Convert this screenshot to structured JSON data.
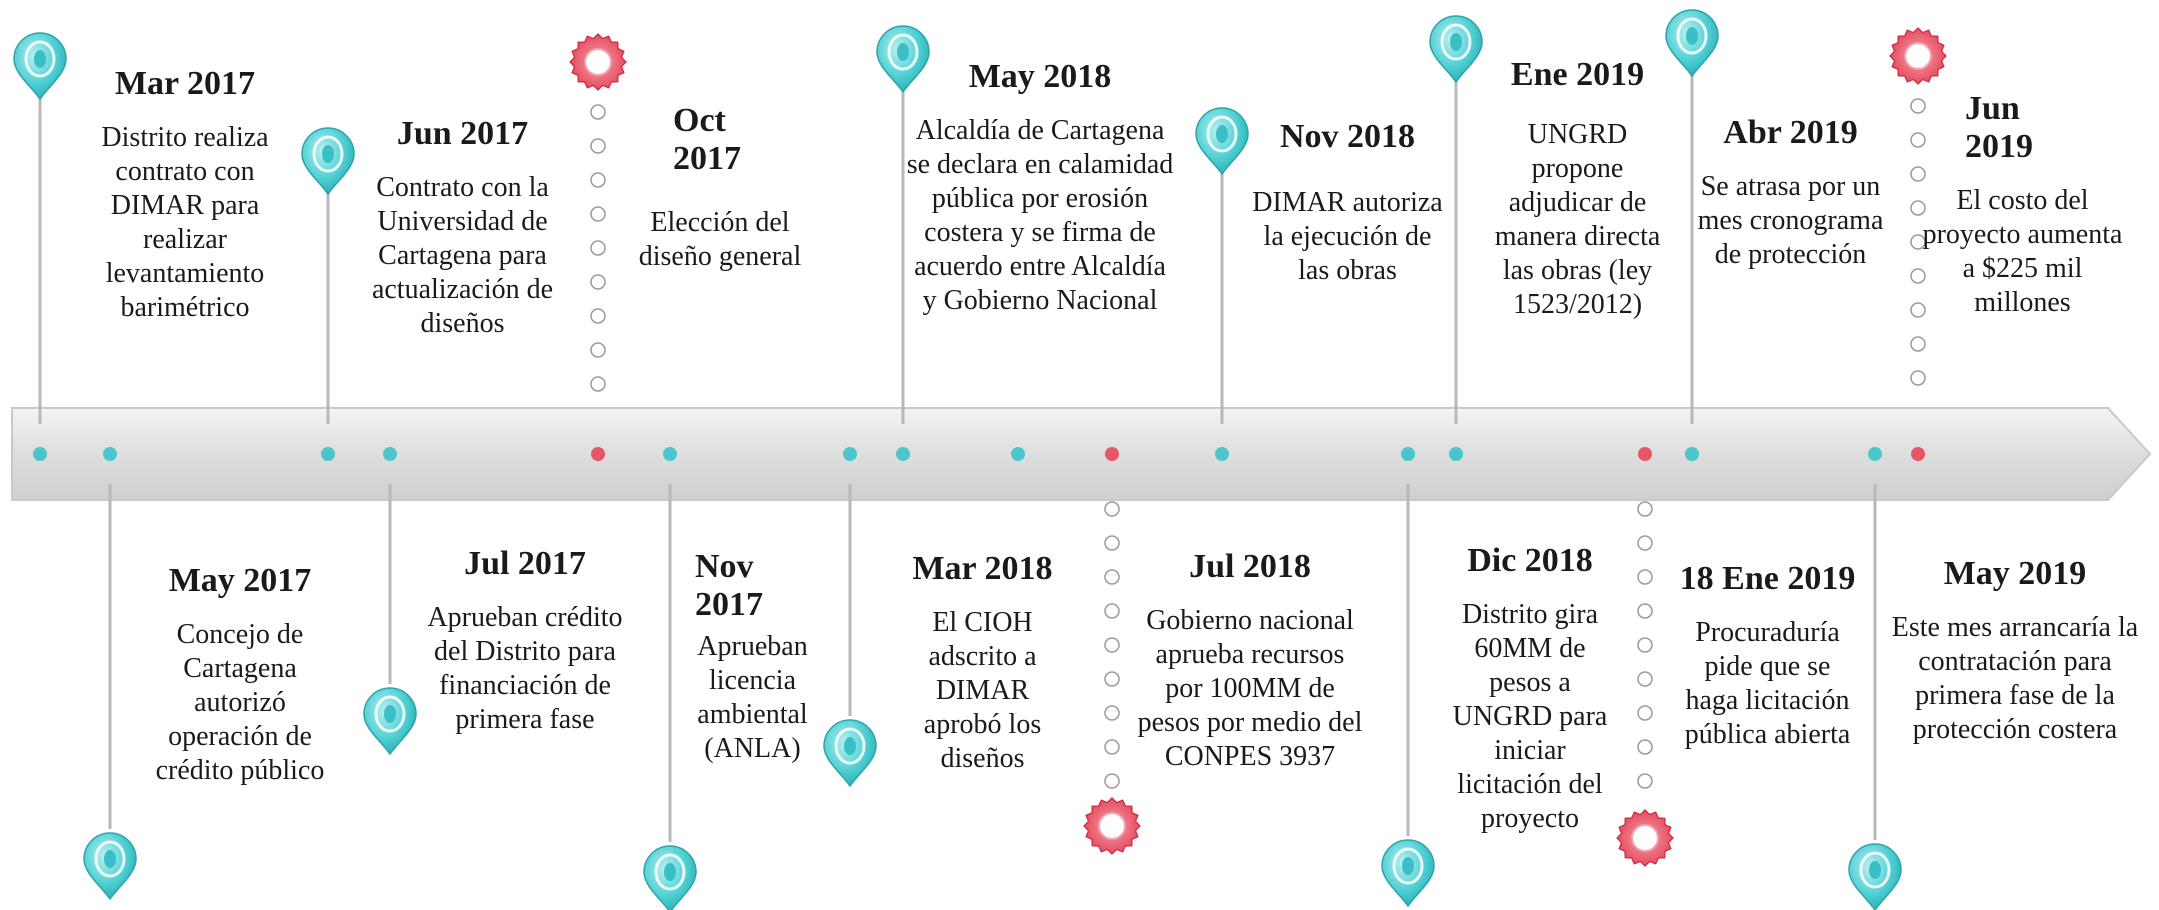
{
  "timeline": {
    "events": [
      {
        "id": "mar2017",
        "date": "Mar 2017",
        "desc": "Distrito realiza contrato con DIMAR para realizar levantamiento barimétrico",
        "side": "top",
        "marker": "drop"
      },
      {
        "id": "may2017",
        "date": "May 2017",
        "desc": "Concejo de Cartagena autorizó operación de crédito público",
        "side": "bottom",
        "marker": "drop"
      },
      {
        "id": "jun2017",
        "date": "Jun 2017",
        "desc": "Contrato con la Universidad de Cartagena para actualización de diseños",
        "side": "top",
        "marker": "drop"
      },
      {
        "id": "jul2017",
        "date": "Jul 2017",
        "desc": "Aprueban crédito del Distrito para financiación de primera fase",
        "side": "bottom",
        "marker": "drop"
      },
      {
        "id": "oct2017",
        "date": "Oct 2017",
        "desc": "Elección del diseño general",
        "side": "top",
        "marker": "flower"
      },
      {
        "id": "nov2017",
        "date": "Nov 2017",
        "desc": "Aprueban licencia ambiental (ANLA)",
        "side": "bottom",
        "marker": "drop"
      },
      {
        "id": "mar2018",
        "date": "Mar 2018",
        "desc": "El CIOH adscrito a DIMAR aprobó los diseños",
        "side": "bottom",
        "marker": "drop"
      },
      {
        "id": "may2018",
        "date": "May 2018",
        "desc": "Alcaldía de Cartagena se declara en calamidad pública por erosión costera y se firma de acuerdo entre Alcaldía y Gobierno Nacional",
        "side": "top",
        "marker": "drop"
      },
      {
        "id": "jul2018",
        "date": "Jul 2018",
        "desc": "Gobierno nacional aprueba recursos por 100MM de pesos por medio del CONPES 3937",
        "side": "bottom",
        "marker": "flower"
      },
      {
        "id": "nov2018",
        "date": "Nov 2018",
        "desc": "DIMAR autoriza la ejecución de las obras",
        "side": "top",
        "marker": "drop"
      },
      {
        "id": "dic2018",
        "date": "Dic 2018",
        "desc": "Distrito gira 60MM de pesos a UNGRD para iniciar licitación del proyecto",
        "side": "bottom",
        "marker": "drop"
      },
      {
        "id": "ene2019",
        "date": "Ene 2019",
        "desc": "UNGRD propone adjudicar de manera directa las obras (ley 1523/2012)",
        "side": "top",
        "marker": "drop"
      },
      {
        "id": "18ene2019",
        "date": "18 Ene 2019",
        "desc": "Procuraduría pide que se haga licitación pública abierta",
        "side": "bottom",
        "marker": "flower"
      },
      {
        "id": "abr2019",
        "date": "Abr 2019",
        "desc": "Se atrasa por un mes cronograma de protección",
        "side": "top",
        "marker": "drop"
      },
      {
        "id": "may2019",
        "date": "May 2019",
        "desc": "Este mes arrancaría la contratación para primera fase de la protección costera",
        "side": "bottom",
        "marker": "drop"
      },
      {
        "id": "jun2019",
        "date": "Jun 2019",
        "desc": "El costo del proyecto aumenta a $225 mil millones",
        "side": "top",
        "marker": "flower"
      }
    ]
  },
  "colors": {
    "teal": "#3cc3c8",
    "red": "#e8475a",
    "arrow": "#e2e2e2",
    "line": "#b8b8b8"
  }
}
